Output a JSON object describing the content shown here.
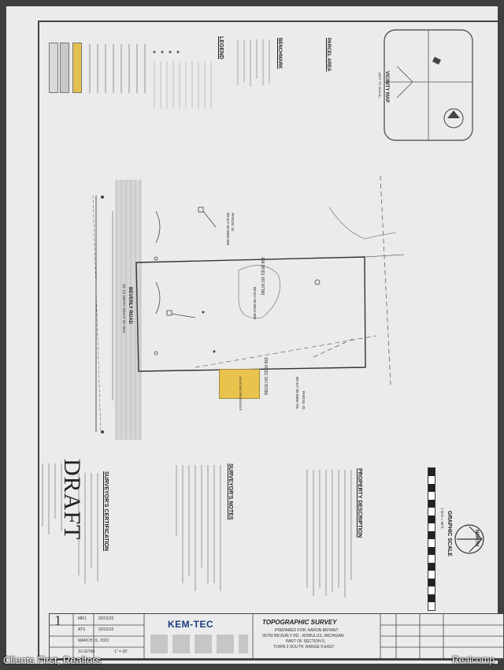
{
  "survey": {
    "vicinity_title": "VICINITY MAP",
    "vicinity_sub": "(NOT TO SCALE)",
    "legend_title": "LEGEND",
    "parcel_area_title": "PARCEL AREA",
    "benchmark_title": "BENCHMARK",
    "parcel_top": "PARCEL ID.",
    "parcel_top_no": "80-017-99-0035-000",
    "parcel_mid_no": "80-017-99-0013-000",
    "parcel_right": "PARCEL ID.",
    "parcel_right_no": "80-017-99-0006-701",
    "dim_top": "168.00'(D) 167.87'(M)",
    "dim_bottom": "158.00'(D) 167.83'(M)",
    "road": "BEVERLY ROAD",
    "row": "43' 1/2 WIDTH RIGHT OF WAY",
    "existing_house": "EXISTING RESIDENCE",
    "prop_desc_title": "PROPERTY DESCRIPTION",
    "notes_title": "SURVEYOR'S NOTES",
    "cert_title": "SURVEYOR'S CERTIFICATION",
    "draft": "DRAFT",
    "graphic_scale": "GRAPHIC SCALE",
    "scale_note": "1 inch = 30 ft.",
    "north": "NORTH",
    "tb_title": "TOPOGRAPHIC SURVEY",
    "tb_prepared": "PREPARED FOR: AARON BRYANT",
    "tb_address": "35760 BEVERLY RD., ROMULUS, MICHIGAN",
    "tb_part": "PART OF SECTION 5,",
    "tb_town": "TOWN 3 SOUTH, RANGE 9 EAST",
    "company": "KEM-TEC",
    "sheet_no": "1",
    "date1": "02/01/22",
    "date2": "02/01/22",
    "drawn": "MRJ",
    "checked": "ATS",
    "date_field": "MARCH 01, 2022",
    "job_no": "31-02760",
    "scale": "1\" = 30'"
  },
  "watermark": {
    "left": "Clients First, Realtors",
    "right": "Realcomp"
  }
}
